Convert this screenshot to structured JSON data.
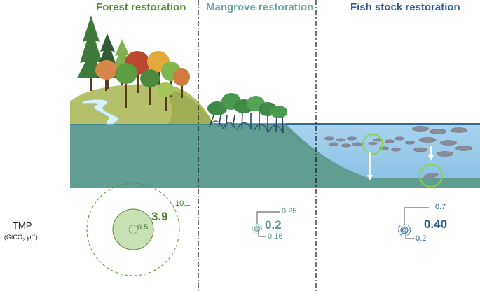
{
  "panels": [
    {
      "title": "Forest restoration",
      "color": "#5b8a3a",
      "values": {
        "central": "3.9",
        "low": "0.5",
        "high": "10.1"
      }
    },
    {
      "title": "Mangrove restoration",
      "color": "#6aa69c",
      "values": {
        "central": "0.2",
        "low": "0.16",
        "high": "0.25"
      }
    },
    {
      "title": "Fish stock restoration",
      "color": "#2f5f93",
      "values": {
        "central": "0.40",
        "low": "0.2",
        "high": "0.7"
      }
    }
  ],
  "metric": {
    "label": "TMP",
    "unit_main": "(GtCO",
    "unit_sub": "2",
    "unit_mid": ".yr",
    "unit_sup": "-1",
    "unit_end": ")"
  }
}
